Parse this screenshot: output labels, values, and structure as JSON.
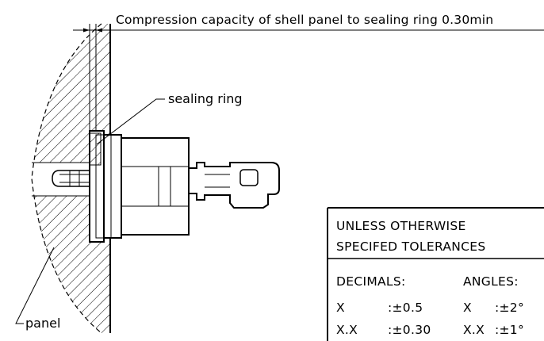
{
  "annotations": {
    "compression_note": "Compression capacity of shell panel to sealing ring 0.30min",
    "sealing_ring_label": "sealing ring",
    "panel_label": "panel"
  },
  "tolerance_block": {
    "heading_line1": "UNLESS OTHERWISE",
    "heading_line2": "SPECIFED TOLERANCES",
    "decimals_label": "DECIMALS:",
    "angles_label": "ANGLES:",
    "rows": [
      {
        "decimal_format": "X",
        "decimal_tolerance": ":±0.5",
        "angle_format": "X",
        "angle_tolerance": ":±2°"
      },
      {
        "decimal_format": "X.X",
        "decimal_tolerance": ":±0.30",
        "angle_format": "X.X",
        "angle_tolerance": ":±1°"
      }
    ]
  },
  "colors": {
    "line": "#000000",
    "background": "#ffffff"
  }
}
